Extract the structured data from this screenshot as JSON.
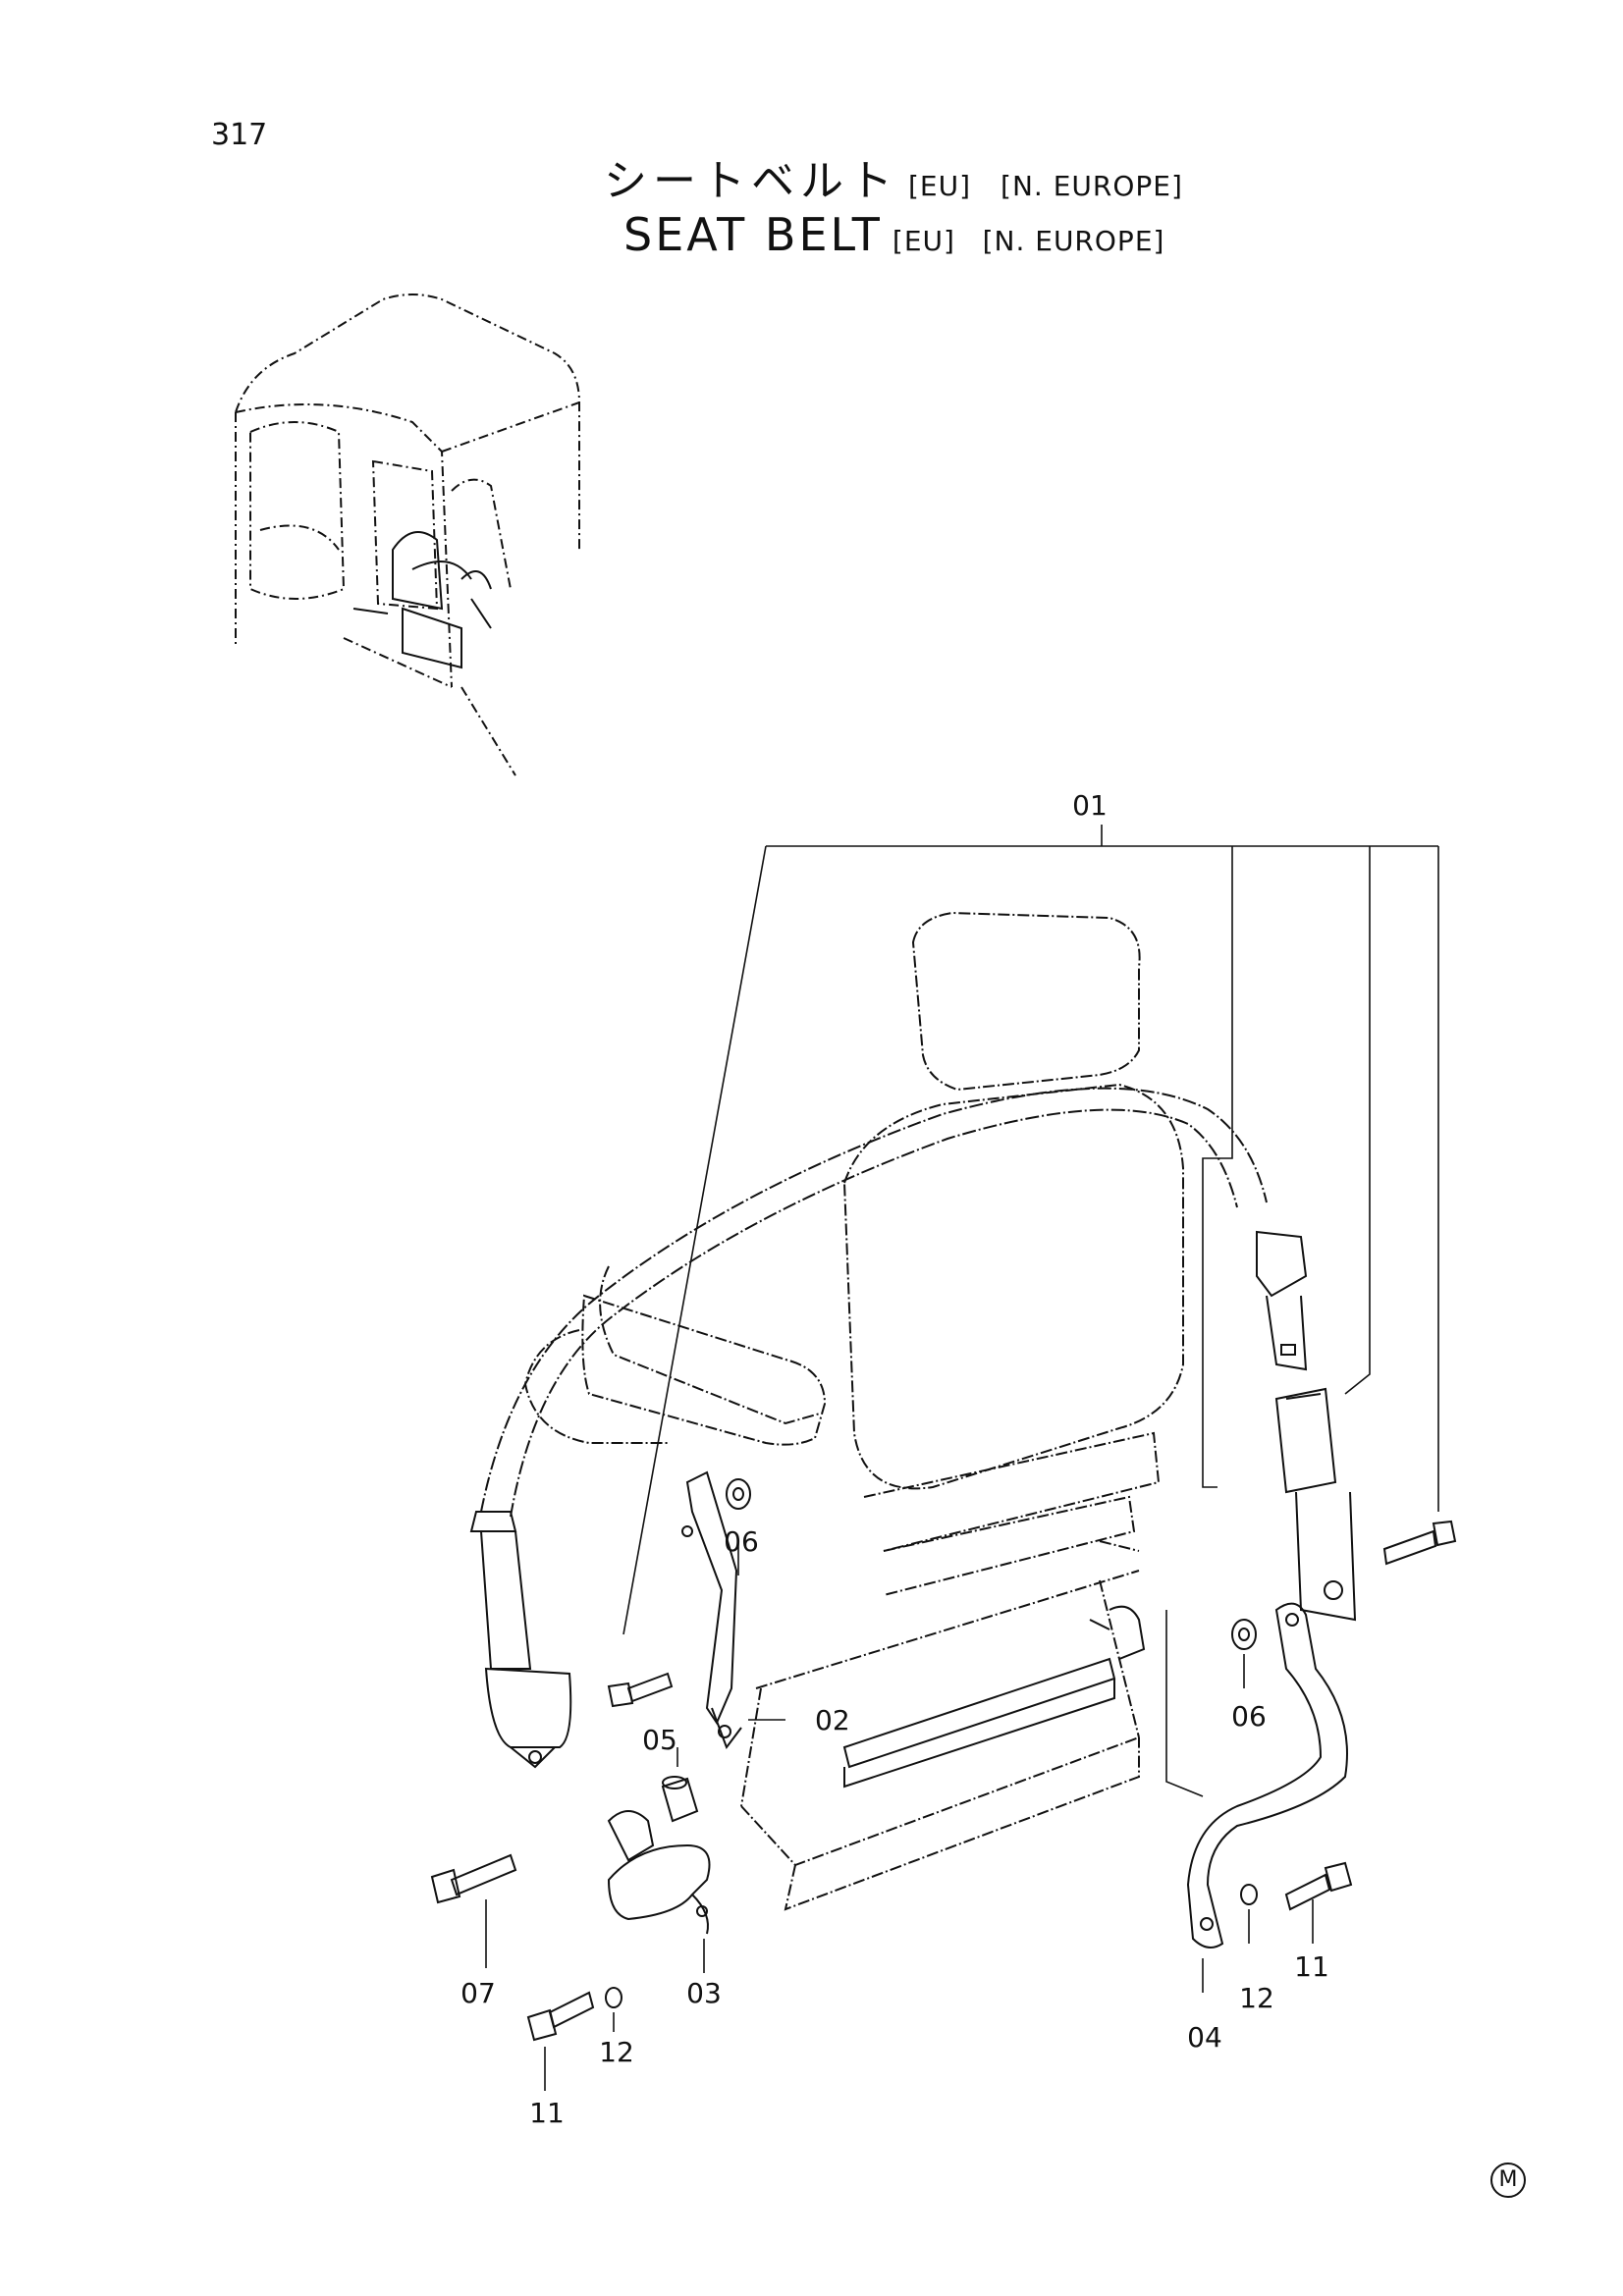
{
  "page_number": "317",
  "title": {
    "jp": "シートベルト",
    "en": "SEAT BELT",
    "tag_eu": "[EU]",
    "tag_region": "[N. EUROPE]"
  },
  "callouts": {
    "p01": "01",
    "p02": "02",
    "p03": "03",
    "p04": "04",
    "p05": "05",
    "p06a": "06",
    "p06b": "06",
    "p07": "07",
    "p11a": "11",
    "p11b": "11",
    "p12a": "12",
    "p12b": "12"
  },
  "corner_mark": "M"
}
